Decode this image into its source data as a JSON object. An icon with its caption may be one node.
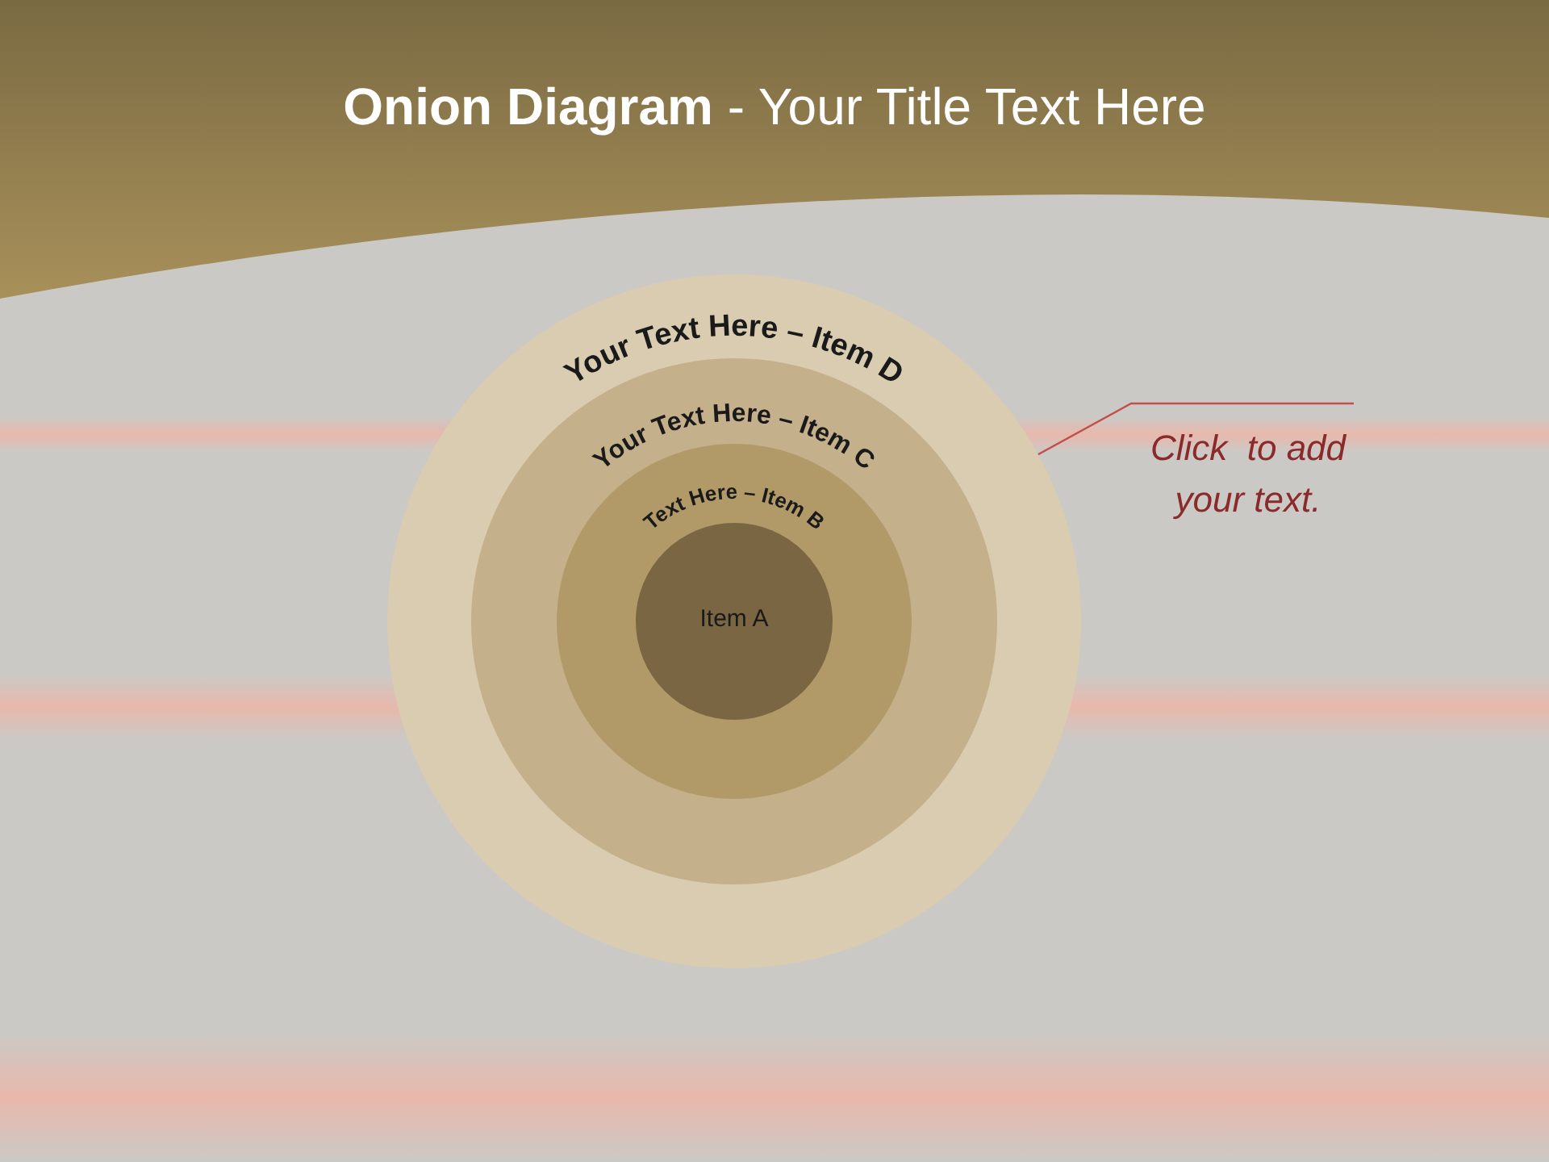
{
  "diagram": {
    "title": "**Onion Diagram** - Your Title Text Here",
    "nodes": [
      {
        "text": [
          "Your Text Here – Item D"
        ]
      },
      {
        "text": [
          "Your Text Here – Item C"
        ],
        "in": 0
      },
      {
        "text": [
          "Text Here – Item B"
        ],
        "in": 1
      },
      {
        "text": [
          "Item A"
        ],
        "in": 2
      },
      {
        "text": [
          "Click  to add your text."
        ]
      }
    ],
    "edges": [
      {
        "from": 4,
        "to": 3,
        "arrow": "none",
        "color": "#c0504d"
      }
    ]
  }
}
